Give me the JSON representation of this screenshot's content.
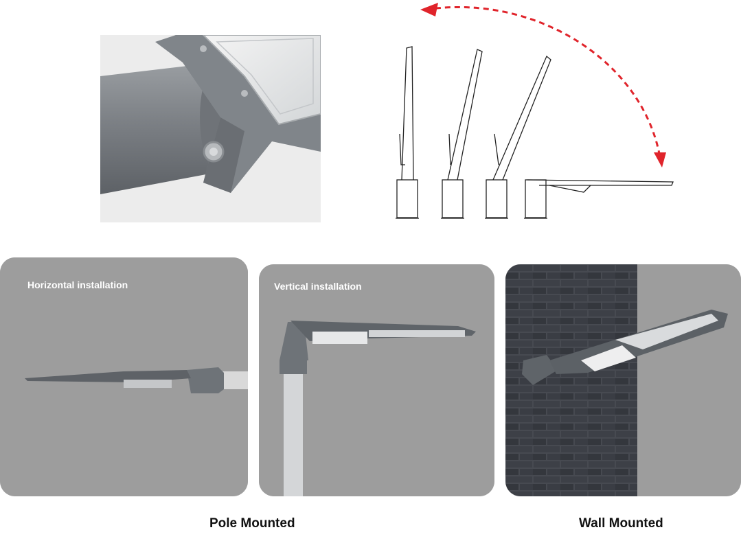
{
  "panels": {
    "horizontal": {
      "label": "Horizontal installation"
    },
    "vertical": {
      "label": "Vertical installation"
    }
  },
  "captions": {
    "pole_mounted": "Pole Mounted",
    "wall_mounted": "Wall Mounted"
  },
  "colors": {
    "panel_background": "#9d9d9d",
    "arrow": "#e0242b",
    "lamp_housing": "#6e7378",
    "brick_dark": "#3d4047"
  },
  "icons": {
    "tilt_arrow": "curved-dashed-double-arrow-icon"
  }
}
